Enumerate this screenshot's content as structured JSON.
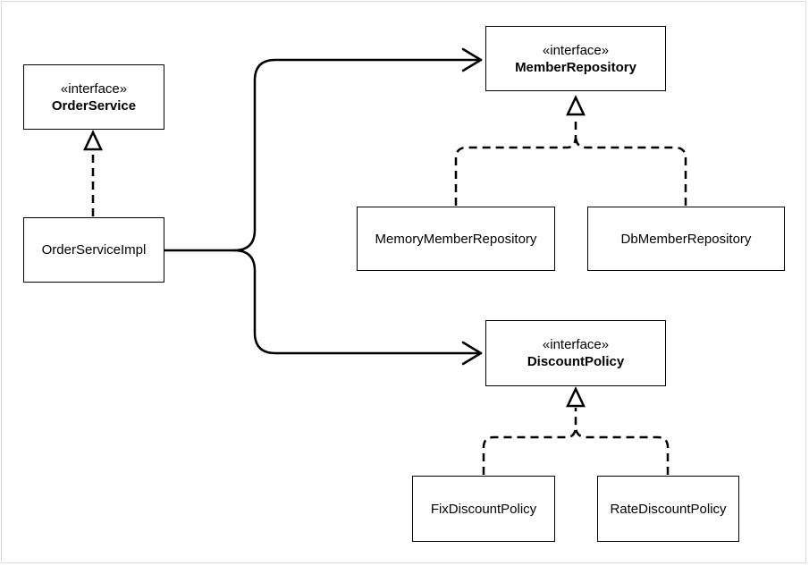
{
  "diagram": {
    "stereotype": "«interface»",
    "interfaces": {
      "order_service": "OrderService",
      "member_repository": "MemberRepository",
      "discount_policy": "DiscountPolicy"
    },
    "classes": {
      "order_service_impl": "OrderServiceImpl",
      "memory_member_repository": "MemoryMemberRepository",
      "db_member_repository": "DbMemberRepository",
      "fix_discount_policy": "FixDiscountPolicy",
      "rate_discount_policy": "RateDiscountPolicy"
    },
    "relations": [
      {
        "from": "OrderServiceImpl",
        "to": "OrderService",
        "kind": "realization"
      },
      {
        "from": "OrderServiceImpl",
        "to": "MemberRepository",
        "kind": "association"
      },
      {
        "from": "OrderServiceImpl",
        "to": "DiscountPolicy",
        "kind": "association"
      },
      {
        "from": "MemoryMemberRepository",
        "to": "MemberRepository",
        "kind": "realization"
      },
      {
        "from": "DbMemberRepository",
        "to": "MemberRepository",
        "kind": "realization"
      },
      {
        "from": "FixDiscountPolicy",
        "to": "DiscountPolicy",
        "kind": "realization"
      },
      {
        "from": "RateDiscountPolicy",
        "to": "DiscountPolicy",
        "kind": "realization"
      }
    ],
    "colors": {
      "line": "#000000",
      "border": "#000000",
      "background": "#ffffff",
      "frame": "#d9d9d9"
    }
  }
}
